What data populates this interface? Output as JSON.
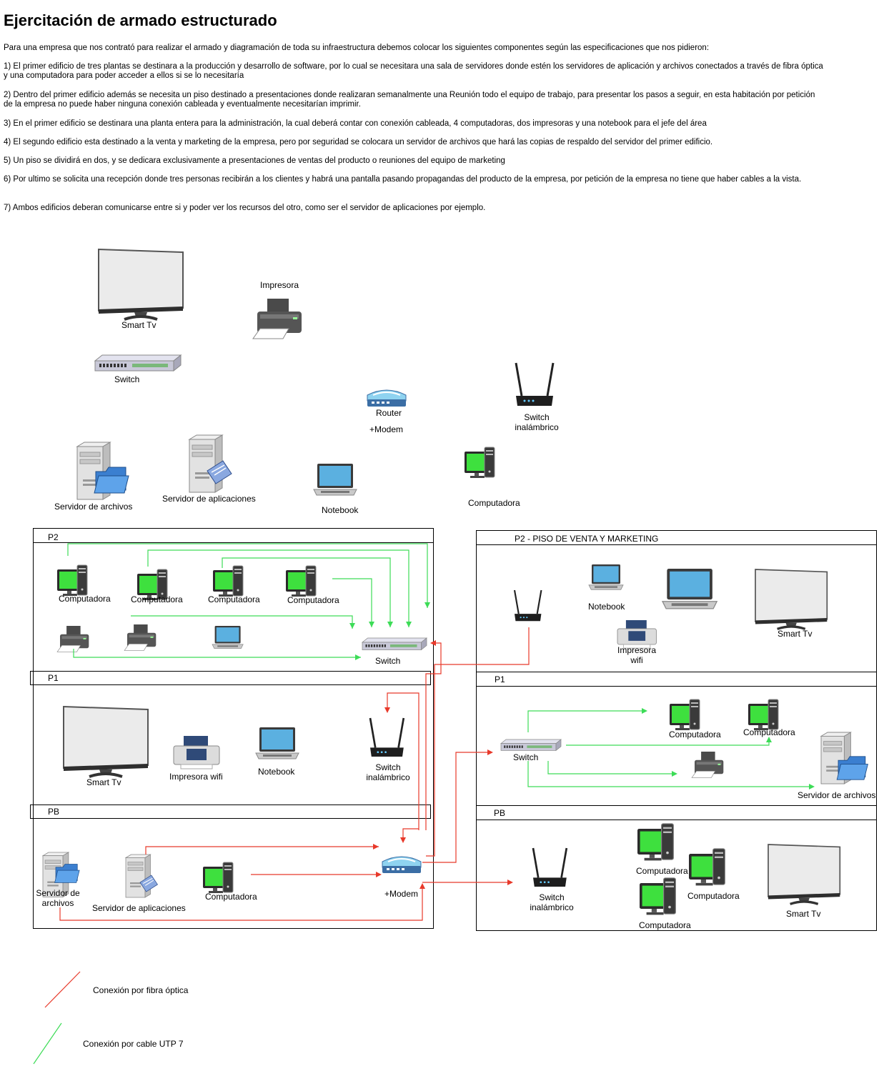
{
  "title": "Ejercitación de armado estructurado",
  "intro": "Para una empresa que  nos contrató para realizar el armado y diagramación de toda su infraestructura debemos colocar los siguientes componentes según las especificaciones que nos pidieron:",
  "requirements": [
    "1) El primer edificio de tres plantas se destinara a la producción y desarrollo de software, por lo cual se necesitara una sala de servidores donde estén los servidores de aplicación y archivos conectados a través de fibra óptica y una computadora para poder acceder a ellos si se lo necesitaría",
    "2) Dentro del primer edificio además se necesita un piso destinado a presentaciones donde realizaran semanalmente una Reunión todo el equipo de trabajo, para presentar los pasos a seguir, en esta habitación por petición de la empresa no puede haber ninguna conexión cableada y eventualmente necesitarían imprimir.",
    "3) En el primer edificio se destinara una planta entera para la administración, la cual deberá contar con conexión cableada, 4 computadoras, dos impresoras y una notebook para el jefe del área",
    "4) El segundo edificio esta destinado a la venta y marketing de la empresa, pero por seguridad se colocara un servidor de archivos que hará las copias de respaldo del servidor del primer edificio.",
    "5) Un piso se dividirá en dos, y se dedicara exclusivamente a presentaciones de ventas del producto o reuniones del equipo de marketing",
    "6) Por ultimo se solicita una recepción donde tres personas recibirán a los clientes y habrá una pantalla pasando propagandas del producto de la empresa, por petición de la empresa no tiene que haber cables a la vista.",
    "7) Ambos edificios deberan comunicarse entre si y poder ver los recursos del otro, como ser el servidor de aplicaciones por ejemplo."
  ],
  "palette": {
    "smart_tv": "Smart Tv",
    "impresora": "Impresora",
    "switch": "Switch",
    "router": "Router",
    "modem": "+Modem",
    "switch_inalambrico": "Switch inalámbrico",
    "servidor_archivos": "Servidor de archivos",
    "servidor_aplicaciones": "Servidor de aplicaciones",
    "notebook": "Notebook",
    "computadora": "Computadora"
  },
  "building1": {
    "p2": {
      "header": "P2",
      "computadoras": [
        "Computadora",
        "Computadora",
        "Computadora",
        "Computadora"
      ],
      "switch": "Switch"
    },
    "p1": {
      "header": "P1",
      "smart_tv": "Smart Tv",
      "impresora_wifi": "Impresora wifi",
      "notebook": "Notebook",
      "switch_inalambrico": "Switch inalámbrico"
    },
    "pb": {
      "header": "PB",
      "servidor_archivos": "Servidor de archivos",
      "servidor_aplicaciones": "Servidor de aplicaciones",
      "computadora": "Computadora",
      "modem": "+Modem"
    }
  },
  "building2": {
    "p2": {
      "header": "P2 - PISO DE VENTA Y MARKETING",
      "notebook": "Notebook",
      "impresora_wifi": "Impresora wifi",
      "smart_tv": "Smart Tv"
    },
    "p1": {
      "header": "P1",
      "switch": "Switch",
      "computadoras": [
        "Computadora",
        "Computadora"
      ],
      "servidor_archivos": "Servidor de archivos"
    },
    "pb": {
      "header": "PB",
      "switch_inalambrico": "Switch inalámbrico",
      "computadoras": [
        "Computadora",
        "Computadora",
        "Computadora"
      ],
      "smart_tv": "Smart Tv"
    }
  },
  "legend": {
    "fiber": "Conexión por fibra óptica",
    "utp": "Conexión por cable UTP 7"
  },
  "colors": {
    "fiber": "#e8392a",
    "utp": "#3ddc57",
    "screen": "#3ee03e"
  }
}
